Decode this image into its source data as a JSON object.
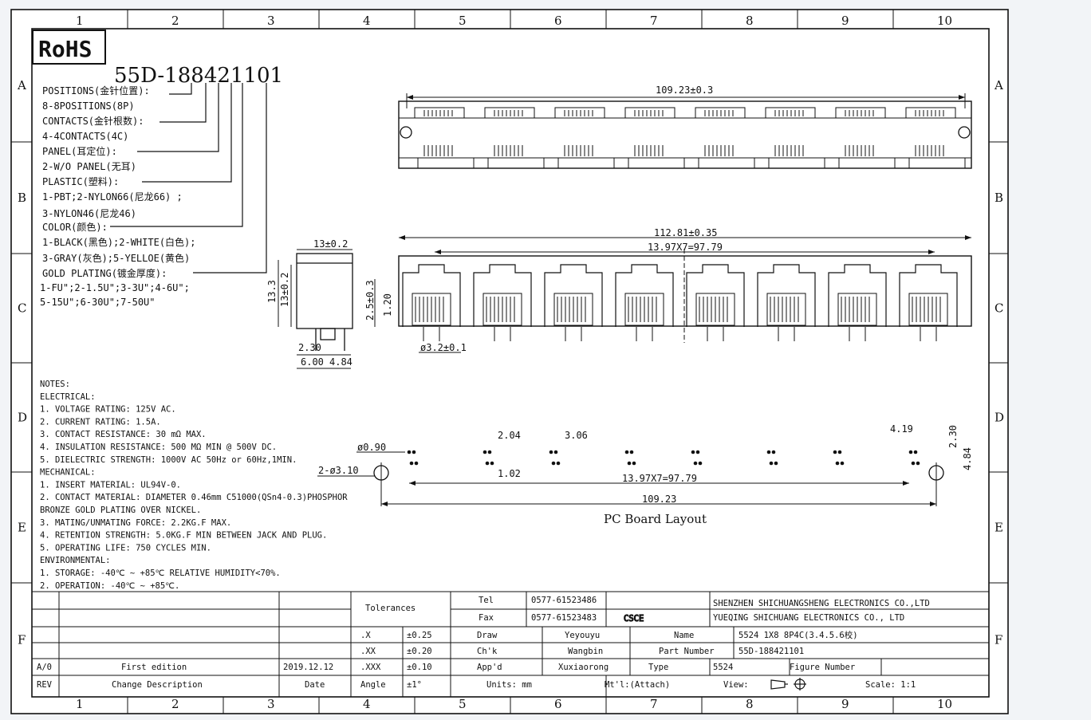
{
  "grid": {
    "top_labels": [
      "1",
      "2",
      "3",
      "4",
      "5",
      "6",
      "7",
      "8",
      "9",
      "10"
    ],
    "bottom_labels": [
      "1",
      "2",
      "3",
      "4",
      "5",
      "6",
      "7",
      "8",
      "9",
      "10"
    ],
    "side_labels": [
      "A",
      "B",
      "C",
      "D",
      "E",
      "F"
    ]
  },
  "rohs": "RoHS",
  "part_code": "55D-188421101",
  "spec_lines": [
    "POSITIONS(金针位置):",
    "8-8POSITIONS(8P)",
    "CONTACTS(金针根数):",
    "4-4CONTACTS(4C)",
    "PANEL(耳定位):",
    "2-W/O PANEL(无耳)",
    "PLASTIC(塑料):",
    "1-PBT;2-NYLON66(尼龙66) ;",
    "3-NYLON46(尼龙46)",
    "COLOR(颜色):",
    "1-BLACK(黑色);2-WHITE(白色);",
    "3-GRAY(灰色);5-YELLOE(黄色)",
    "GOLD PLATING(镀金厚度):",
    "1-FU\";2-1.5U\";3-3U\";4-6U\";",
    "5-15U\";6-30U\";7-50U\""
  ],
  "dims": {
    "top_width": "109.23±0.3",
    "front_width": "112.81±0.35",
    "front_pitch": "13.97X7=97.79",
    "side_width": "13±0.2",
    "side_h1": "13.3",
    "side_h2": "13±0.2",
    "side_h3": "2.5±0.3",
    "side_b1": "2.30",
    "side_b2": "6.00",
    "side_b3": "4.84",
    "front_h": "1.20",
    "front_hole": "ø3.2±0.1",
    "pcb_pin": "ø0.90",
    "pcb_peg": "2-ø3.10",
    "pcb_204": "2.04",
    "pcb_306": "3.06",
    "pcb_102": "1.02",
    "pcb_pitch": "13.97X7=97.79",
    "pcb_total": "109.23",
    "pcb_419": "4.19",
    "pcb_230": "2.30",
    "pcb_484": "4.84"
  },
  "pcb_title": "PC Board Layout",
  "notes": [
    "NOTES:",
    "ELECTRICAL:",
    "1. VOLTAGE RATING: 125V AC.",
    "2. CURRENT RATING: 1.5A.",
    "3. CONTACT RESISTANCE: 30 mΩ MAX.",
    "4. INSULATION RESISTANCE: 500 MΩ MIN @ 500V DC.",
    "5. DIELECTRIC STRENGTH: 1000V AC 50Hz or 60Hz,1MIN.",
    "MECHANICAL:",
    "1. INSERT MATERIAL: UL94V-0.",
    "2. CONTACT MATERIAL: DIAMETER 0.46mm C51000(QSn4-0.3)PHOSPHOR",
    "                     BRONZE GOLD PLATING OVER NICKEL.",
    "3. MATING/UNMATING FORCE: 2.2KG.F MAX.",
    "4. RETENTION STRENGTH: 5.0KG.F MIN BETWEEN JACK AND PLUG.",
    "5. OPERATING LIFE: 750 CYCLES MIN.",
    "ENVIRONMENTAL:",
    "1. STORAGE: -40℃ ~ +85℃ RELATIVE HUMIDITY<70%.",
    "2. OPERATION: -40℃ ~ +85℃."
  ],
  "title_block": {
    "tolerances": "Tolerances",
    "tol_rows": [
      {
        "k": ".X",
        "v": "±0.25"
      },
      {
        "k": ".XX",
        "v": "±0.20"
      },
      {
        "k": ".XXX",
        "v": "±0.10"
      },
      {
        "k": "Angle",
        "v": "±1°"
      }
    ],
    "tel_label": "Tel",
    "tel": "0577-61523486",
    "fax_label": "Fax",
    "fax": "0577-61523483",
    "logo": "CSCE",
    "company1": "SHENZHEN SHICHUANGSHENG ELECTRONICS CO.,LTD",
    "company2": "YUEQING SHICHUANG ELECTRONICS CO., LTD",
    "draw_label": "Draw",
    "draw": "Yeyouyu",
    "chk_label": "Ch'k",
    "chk": "Wangbin",
    "appd_label": "App'd",
    "appd": "Xuxiaorong",
    "units": "Units: mm",
    "name_label": "Name",
    "name": "5524 1X8 8P4C(3.4.5.6校)",
    "part_label": "Part Number",
    "part": "55D-188421101",
    "type_label": "Type",
    "type": "5524",
    "figure_label": "Figure Number",
    "mtl": "Mt'l:(Attach)",
    "view": "View:",
    "scale": "Scale: 1:1",
    "rev_ao": "A/0",
    "rev_desc": "First edition",
    "rev_date": "2019.12.12",
    "rev_head": "REV",
    "change_head": "Change Description",
    "date_head": "Date"
  }
}
